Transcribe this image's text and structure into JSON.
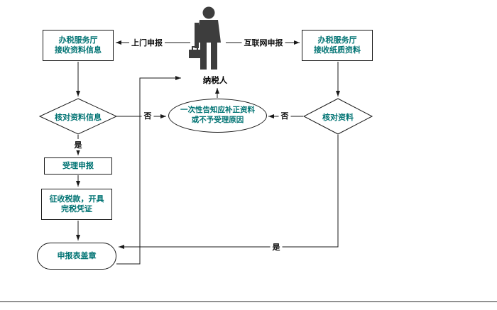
{
  "page": {
    "background": "#ffffff",
    "accent_text_color": "#007373",
    "line_color": "#1a1a1a",
    "person_icon_color": "#3d3d3d"
  },
  "nodes": {
    "hall_left": {
      "line1": "办税服务厅",
      "line2": "接收资料信息"
    },
    "hall_right": {
      "line1": "办税服务厅",
      "line2": "接收纸质资料"
    },
    "taxpayer": {
      "label": "纳税人",
      "icon": "person-icon"
    },
    "check_left": {
      "label": "核对资料信息"
    },
    "check_right": {
      "label": "核对资料"
    },
    "notify": {
      "line1": "一次性告知应补正资料",
      "line2": "或不予受理原因"
    },
    "accept": {
      "label": "受理申报"
    },
    "collect": {
      "line1": "征收税款，开具",
      "line2": "完税凭证"
    },
    "stamp": {
      "label": "申报表盖章"
    }
  },
  "edge_labels": {
    "walk_in": "上门申报",
    "internet": "互联网申报",
    "no_left": "否",
    "no_right": "否",
    "yes_left": "是",
    "yes_right": "是"
  }
}
